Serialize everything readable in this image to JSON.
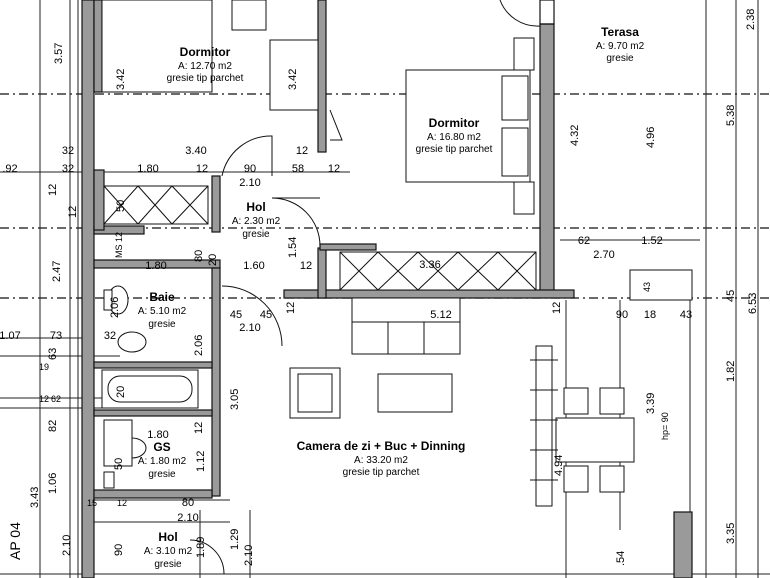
{
  "rooms": {
    "dormitor1": {
      "name": "Dormitor",
      "area": "A: 12.70 m2",
      "floor": "gresie tip parchet"
    },
    "dormitor2": {
      "name": "Dormitor",
      "area": "A: 16.80 m2",
      "floor": "gresie tip parchet"
    },
    "terasa": {
      "name": "Terasa",
      "area": "A: 9.70 m2",
      "floor": "gresie"
    },
    "hol1": {
      "name": "Hol",
      "area": "A: 2.30 m2",
      "floor": "gresie"
    },
    "baie": {
      "name": "Baie",
      "area": "A: 5.10 m2",
      "floor": "gresie"
    },
    "gs": {
      "name": "GS",
      "area": "A: 1.80 m2",
      "floor": "gresie"
    },
    "camera": {
      "name": "Camera de zi  + Buc + Dinning",
      "area": "A: 33.20 m2",
      "floor": "gresie tip parchet"
    },
    "hol2": {
      "name": "Hol",
      "area": "A: 3.10 m2",
      "floor": "gresie"
    }
  },
  "labels": {
    "ap": "AP 04",
    "ms": "MS 12",
    "hp": "hp= 90"
  },
  "dims": {
    "d_357": "3.57",
    "d_342a": "3.42",
    "d_342b": "3.42",
    "d_340": "3.40",
    "d_32a": "32",
    "d_32b": "32",
    "d_180a": "1.80",
    "d_12a": "12",
    "d_90a": "90",
    "d_58": "58",
    "d_12b": "12",
    "d_12c": "12",
    "d_92": ".92",
    "d_210a": "2.10",
    "d_12d": "12",
    "d_50": "50",
    "d_12e": "12",
    "d_247": "2.47",
    "d_180b": "1.80",
    "d_80a": "80",
    "d_20": "20",
    "d_160": "1.60",
    "d_154": "1.54",
    "d_12f": "12",
    "d_336": "3.36",
    "d_432": "4.32",
    "d_496": "4.96",
    "d_538": "5.38",
    "d_238": "2.38",
    "d_62": "62",
    "d_152": "1.52",
    "d_270": "2.70",
    "d_43a": "43",
    "d_45a": "45",
    "d_653": "6.53",
    "d_90b": "90",
    "d_18": "18",
    "d_43b": "43",
    "d_512": "5.12",
    "d_12g": "12",
    "d_45b": "45",
    "d_45c": "45",
    "d_210b": "2.10",
    "d_12h": "12",
    "d_206a": "2.06",
    "d_206b": "2.06",
    "d_107": "1.07",
    "d_73": "73",
    "d_32c": "32",
    "d_63": "63",
    "d_19": "19",
    "d_12i": "12",
    "d_62b": "62",
    "d_305": "3.05",
    "d_20b": "20",
    "d_182": "1.82",
    "d_339": "3.39",
    "d_82": "82",
    "d_180c": "1.80",
    "d_12j": "12",
    "d_112": "1.12",
    "d_494": "4.94",
    "d_50b": "50",
    "d_106": "1.06",
    "d_343": "3.43",
    "d_15": "15",
    "d_12k": "12",
    "d_80b": "80",
    "d_210c": "2.10",
    "d_210d": "2.10",
    "d_129": "1.29",
    "d_335": "3.35",
    "d_90c": "90",
    "d_189": "1.89",
    "d_210e": "2.10",
    "d_54": ".54"
  }
}
